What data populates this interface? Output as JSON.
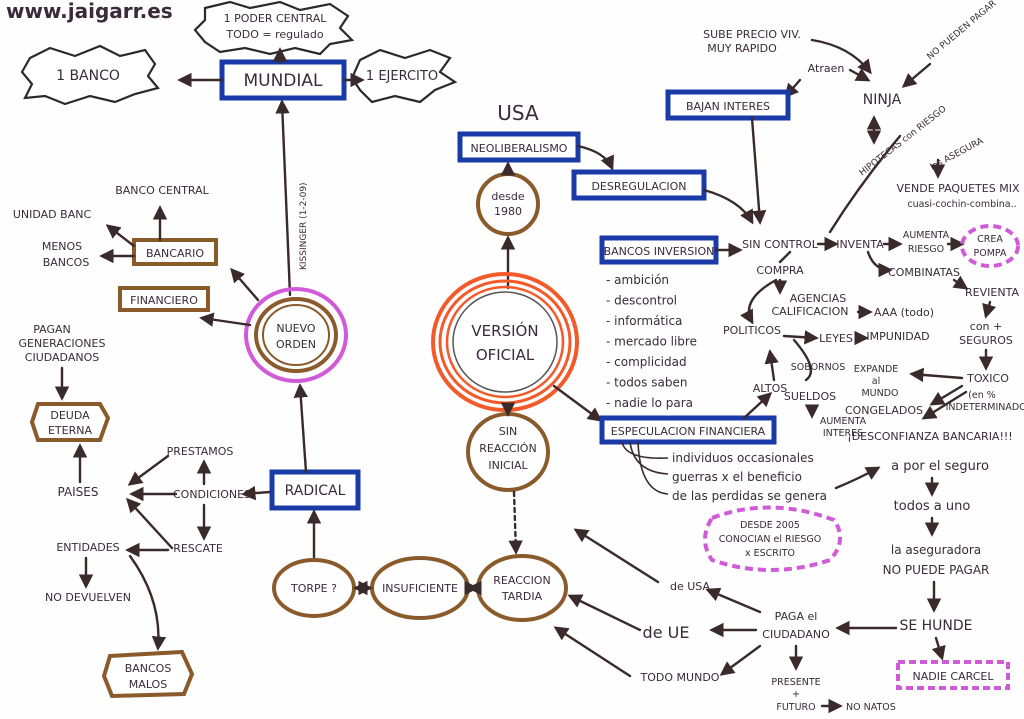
{
  "brand": "www.jaigarr.es",
  "top": {
    "mundial": "MUNDIAL",
    "banco": "1 BANCO",
    "ejercito": "1 EJERCITO",
    "poder_line1": "1 PODER CENTRAL",
    "poder_line2": "TODO = regulado",
    "kissinger": "KISSINGER (1-2-09)"
  },
  "left": {
    "banco_central": "BANCO CENTRAL",
    "unidad_banc": "UNIDAD BANC",
    "menos_bancos_1": "MENOS",
    "menos_bancos_2": "BANCOS",
    "bancario": "BANCARIO",
    "financiero": "FINANCIERO",
    "nuevo_orden_1": "NUEVO",
    "nuevo_orden_2": "ORDEN",
    "pagan_1": "PAGAN",
    "pagan_2": "GENERACIONES",
    "pagan_3": "CIUDADANOS",
    "deuda_1": "DEUDA",
    "deuda_2": "ETERNA",
    "paises": "PAISES",
    "prestamos": "PRESTAMOS",
    "condiciones": "CONDICIONES",
    "rescate": "RESCATE",
    "entidades": "ENTIDADES",
    "no_devuelven": "NO DEVUELVEN",
    "bancos_malos_1": "BANCOS",
    "bancos_malos_2": "MALOS",
    "radical": "RADICAL",
    "torpe": "TORPE ?",
    "insuficiente": "INSUFICIENTE",
    "reaccion_tardia_1": "REACCION",
    "reaccion_tardia_2": "TARDIA"
  },
  "center": {
    "usa": "USA",
    "neoliberalismo": "NEOLIBERALISMO",
    "desde_1": "desde",
    "desde_2": "1980",
    "desregulacion": "DESREGULACION",
    "version_1": "VERSIÓN",
    "version_2": "OFICIAL",
    "sin_reaccion_1": "SIN",
    "sin_reaccion_2": "REACCIÓN",
    "sin_reaccion_3": "INICIAL",
    "bancos_inversion": "BANCOS INVERSION",
    "causes": [
      "ambición",
      "descontrol",
      "informática",
      "mercado libre",
      "complicidad",
      "todos saben",
      "nadie lo para"
    ],
    "especulacion": "ESPECULACION FINANCIERA",
    "specs": [
      "individuos occasionales",
      "guerras x el beneficio",
      "de las perdidas se genera"
    ],
    "desde_2005_1": "DESDE 2005",
    "desde_2005_2": "CONOCIAN el RIESGO",
    "desde_2005_3": "x ESCRITO"
  },
  "right": {
    "sube_precio_1": "SUBE PRECIO VIV.",
    "sube_precio_2": "MUY RAPIDO",
    "atraen": "Atraen",
    "no_pueden_pagar": "NO PUEDEN PAGAR",
    "ninja": "NINJA",
    "bajan_interes": "BAJAN INTERES",
    "hipotecas": "HIPOTECAS con RIESGO",
    "las_asegura": "las ASEGURA",
    "vende_1": "VENDE PAQUETES MIX",
    "vende_2": "cuasi-cochin-combina..",
    "sin_control": "SIN CONTROL",
    "inventa": "INVENTA",
    "aumenta_riesgo_1": "AUMENTA",
    "aumenta_riesgo_2": "RIESGO",
    "crea_pompa_1": "CREA",
    "crea_pompa_2": "POMPA",
    "combinatas": "COMBINATAS",
    "revienta": "REVIENTA",
    "compra": "COMPRA",
    "agencias_1": "AGENCIAS",
    "agencias_2": "CALIFICACION",
    "aaa": "AAA (todo)",
    "politicos": "POLITICOS",
    "leyes": "LEYES",
    "impunidad": "IMPUNIDAD",
    "sobornos": "SOBORNOS",
    "altos": "ALTOS",
    "sueldos": "SUELDOS",
    "con_mas_1": "con +",
    "con_mas_2": "SEGUROS",
    "toxicos": "TOXICO",
    "indeterminados_1": "(en %",
    "indeterminados_2": "INDETERMINADO)",
    "expande_1": "EXPANDE",
    "expande_2": "al",
    "expande_3": "MUNDO",
    "congelados": "CONGELADOS",
    "aumenta_interes_1": "AUMENTA",
    "aumenta_interes_2": "INTERES",
    "desconfianza": "¡DESCONFIANZA BANCARIA!!!",
    "a_por_seguro": "a por el seguro",
    "todos_a_uno": "todos a uno",
    "aseguradora_1": "la aseguradora",
    "aseguradora_2": "NO PUEDE PAGAR",
    "se_hunde": "SE HUNDE",
    "nadie_carcel": "NADIE CARCEL",
    "de_usa": "de USA",
    "de_ue": "de UE",
    "todo_mundo": "TODO MUNDO",
    "paga_1": "PAGA el",
    "paga_2": "CIUDADANO",
    "presente_1": "PRESENTE",
    "presente_2": "+",
    "presente_3": "FUTURO",
    "no_natos": "NO NATOS"
  }
}
